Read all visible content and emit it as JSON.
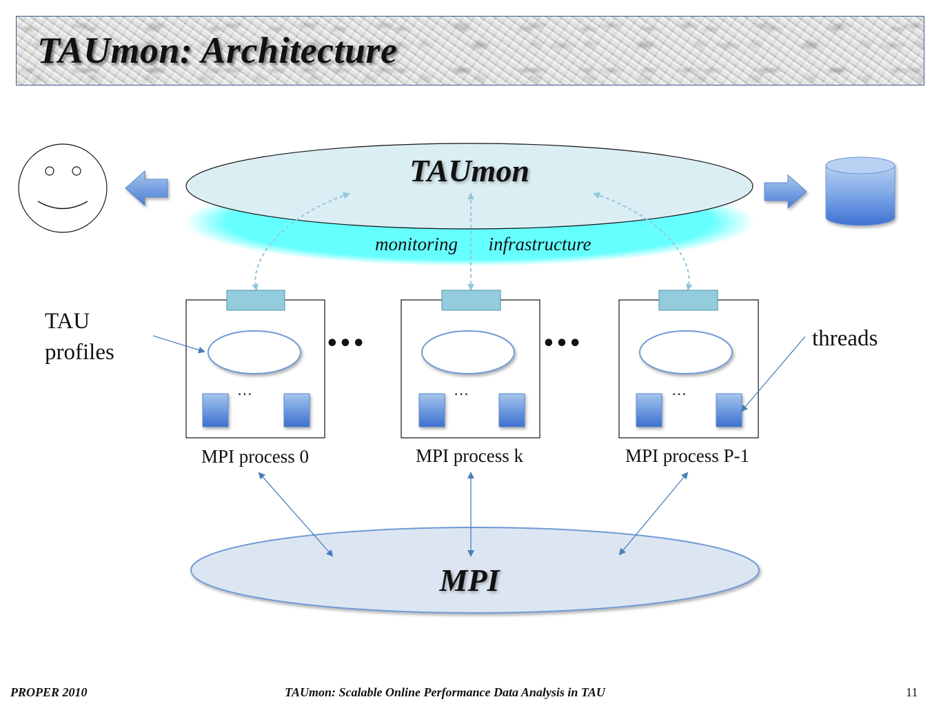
{
  "header": {
    "title": "TAUmon: Architecture"
  },
  "diagram": {
    "taumon_label": "TAUmon",
    "infrastructure_label_1": "monitoring",
    "infrastructure_label_2": "infrastructure",
    "mpi_label": "MPI",
    "tau_profiles_line1": "TAU",
    "tau_profiles_line2": "profiles",
    "threads_label": "threads",
    "between_dots": "•••",
    "thread_ellipsis": "…",
    "processes": [
      {
        "label": "MPI process 0"
      },
      {
        "label": "MPI process k"
      },
      {
        "label": "MPI process P-1"
      }
    ],
    "icons": [
      "smiley-face-icon",
      "left-arrow-icon",
      "right-arrow-icon",
      "database-icon"
    ],
    "colors": {
      "taumon_fill": "#dbeef3",
      "infrastructure_fill": "#66ffff",
      "mpi_fill": "#dce6f2",
      "connector_fill": "#93cddd",
      "thread_fill": "#4f81bd",
      "arrow_stroke": "#4a7ebb"
    }
  },
  "footer": {
    "left": "PROPER 2010",
    "center": "TAUmon: Scalable Online Performance Data Analysis in TAU",
    "page_number": "11"
  }
}
